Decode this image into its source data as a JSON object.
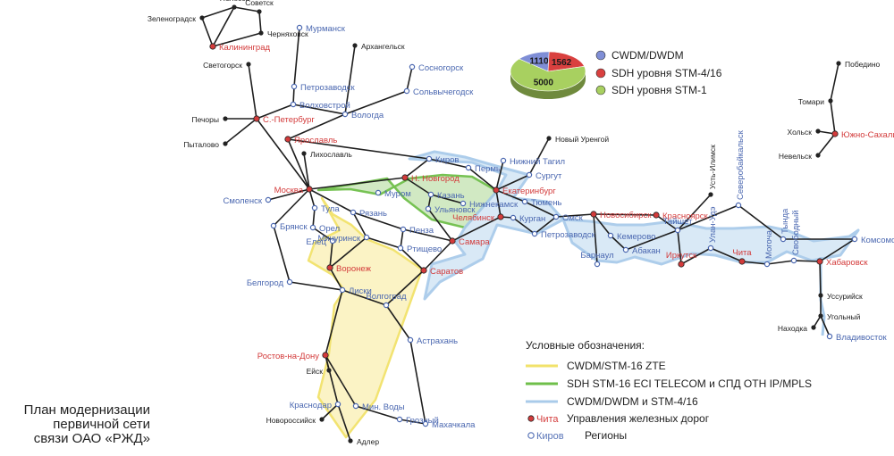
{
  "caption": {
    "line1": "План модернизации",
    "line2": "первичной сети",
    "line3": "связи ОАО «РЖД»"
  },
  "pie": {
    "slices": [
      {
        "label": "CWDM/DWDM",
        "value": 1110,
        "color": "#7f8ed6"
      },
      {
        "label": "SDH уровня STM-4/16",
        "value": 1562,
        "color": "#d9403f"
      },
      {
        "label": "SDH уровня STM-1",
        "value": 5000,
        "color": "#a8d060"
      }
    ]
  },
  "legend": {
    "title": "Условные обозначения:",
    "lines": [
      {
        "label": "CWDM/STM-16 ZTE",
        "color": "#f2e26a"
      },
      {
        "label": "SDH STM-16 ECI TELECOM и СПД ОТН IP/MPLS",
        "color": "#6fbf4a"
      },
      {
        "label": "CWDM/DWDM и STM-4/16",
        "color": "#a9cbea"
      }
    ],
    "markers": [
      {
        "sample": "Чита",
        "label": "Управления железных дорог",
        "color": "#d33b3b"
      },
      {
        "sample": "Киров",
        "label": "Регионы",
        "color": "#5a75b8"
      }
    ]
  },
  "colors": {
    "hq": "#d33b3b",
    "region": "#4a67b0",
    "plain": "#222222",
    "line": "#1e1e1e"
  },
  "cities": [
    {
      "id": "zelenogradsk",
      "name": "Зеленоградск",
      "type": "plain"
    },
    {
      "id": "polessk",
      "name": "Полесск",
      "type": "plain"
    },
    {
      "id": "sovetsk",
      "name": "Советск",
      "type": "plain"
    },
    {
      "id": "chernyakhovsk",
      "name": "Черняховск",
      "type": "plain"
    },
    {
      "id": "kaliningrad",
      "name": "Калининград",
      "type": "hq"
    },
    {
      "id": "murmansk",
      "name": "Мурманск",
      "type": "region"
    },
    {
      "id": "arkhangelsk",
      "name": "Архангельск",
      "type": "plain"
    },
    {
      "id": "sosnogorsk",
      "name": "Сосногорск",
      "type": "region"
    },
    {
      "id": "svetogorsk",
      "name": "Светогорск",
      "type": "plain"
    },
    {
      "id": "petrozavodsk",
      "name": "Петрозаводск",
      "type": "region"
    },
    {
      "id": "solvychegodsk",
      "name": "Сольвычегодск",
      "type": "region"
    },
    {
      "id": "volkhovstroy",
      "name": "Волховстрой",
      "type": "region"
    },
    {
      "id": "pechory",
      "name": "Печоры",
      "type": "plain"
    },
    {
      "id": "vologda",
      "name": "Вологда",
      "type": "region"
    },
    {
      "id": "spb",
      "name": "С.-Петербург",
      "type": "hq"
    },
    {
      "id": "pytalovo",
      "name": "Пыталово",
      "type": "plain"
    },
    {
      "id": "yaroslavl",
      "name": "Ярославль",
      "type": "hq"
    },
    {
      "id": "likhoslavl",
      "name": "Лихославль",
      "type": "plain"
    },
    {
      "id": "kirov",
      "name": "Киров",
      "type": "region"
    },
    {
      "id": "novyurengoy",
      "name": "Новый Уренгой",
      "type": "plain"
    },
    {
      "id": "perm",
      "name": "Пермь",
      "type": "region"
    },
    {
      "id": "ntagil",
      "name": "Нижний Тагил",
      "type": "region"
    },
    {
      "id": "surgut",
      "name": "Сургут",
      "type": "region"
    },
    {
      "id": "nnovgorod",
      "name": "Н. Новгород",
      "type": "hq"
    },
    {
      "id": "ekaterinburg",
      "name": "Екатеринбург",
      "type": "hq"
    },
    {
      "id": "moskva",
      "name": "Москва",
      "type": "hq"
    },
    {
      "id": "smolensk",
      "name": "Смоленск",
      "type": "region"
    },
    {
      "id": "murom",
      "name": "Муром",
      "type": "region"
    },
    {
      "id": "kazan",
      "name": "Казань",
      "type": "region"
    },
    {
      "id": "nizhnekamsk",
      "name": "Нижнекамск",
      "type": "region"
    },
    {
      "id": "tyumen",
      "name": "Тюмень",
      "type": "region"
    },
    {
      "id": "tula",
      "name": "Тула",
      "type": "region"
    },
    {
      "id": "ryazan",
      "name": "Рязань",
      "type": "region"
    },
    {
      "id": "ulyanovsk",
      "name": "Ульяновск",
      "type": "region"
    },
    {
      "id": "chelyabinsk",
      "name": "Челябинск",
      "type": "hq"
    },
    {
      "id": "kurgan",
      "name": "Курган",
      "type": "region"
    },
    {
      "id": "omsk",
      "name": "Омск",
      "type": "region"
    },
    {
      "id": "bryansk",
      "name": "Брянск",
      "type": "region"
    },
    {
      "id": "penza",
      "name": "Пенза",
      "type": "region"
    },
    {
      "id": "orel",
      "name": "Орел",
      "type": "region"
    },
    {
      "id": "elets",
      "name": "Елец",
      "type": "region"
    },
    {
      "id": "michurinsk",
      "name": "Мичуринск",
      "type": "region"
    },
    {
      "id": "rtishchevo",
      "name": "Ртищево",
      "type": "region"
    },
    {
      "id": "samara",
      "name": "Самара",
      "type": "hq"
    },
    {
      "id": "petropavlovsk",
      "name": "Петрозаводск",
      "type": "region"
    },
    {
      "id": "voronezh",
      "name": "Воронеж",
      "type": "hq"
    },
    {
      "id": "saratov",
      "name": "Саратов",
      "type": "hq"
    },
    {
      "id": "belgorod",
      "name": "Белгород",
      "type": "region"
    },
    {
      "id": "liski",
      "name": "Лиски",
      "type": "region"
    },
    {
      "id": "volgograd",
      "name": "Волгоград",
      "type": "region"
    },
    {
      "id": "novosibirsk",
      "name": "Новосибирск",
      "type": "hq"
    },
    {
      "id": "kemerovo",
      "name": "Кемерово",
      "type": "region"
    },
    {
      "id": "barnaul",
      "name": "Барнаул",
      "type": "region"
    },
    {
      "id": "krasnoyarsk",
      "name": "Красноярск",
      "type": "hq"
    },
    {
      "id": "abakan",
      "name": "Абакан",
      "type": "region"
    },
    {
      "id": "tayshet",
      "name": "Тайшет",
      "type": "region"
    },
    {
      "id": "irkutsk",
      "name": "Иркутск",
      "type": "hq"
    },
    {
      "id": "ulanude",
      "name": "Улан-Удэ",
      "type": "region"
    },
    {
      "id": "ustilimsk",
      "name": "Усть-Илимск",
      "type": "plain"
    },
    {
      "id": "severobaykalsk",
      "name": "Северобайкальск",
      "type": "region"
    },
    {
      "id": "tynda",
      "name": "Тында",
      "type": "region"
    },
    {
      "id": "chita",
      "name": "Чита",
      "type": "hq"
    },
    {
      "id": "mogocha",
      "name": "Могоча",
      "type": "region"
    },
    {
      "id": "svobodny",
      "name": "Свободный",
      "type": "region"
    },
    {
      "id": "komsomolsk",
      "name": "Комсомольск",
      "type": "region"
    },
    {
      "id": "khabarovsk",
      "name": "Хабаровск",
      "type": "hq"
    },
    {
      "id": "ussuriysk",
      "name": "Уссурийск",
      "type": "plain"
    },
    {
      "id": "ugolny",
      "name": "Угольный",
      "type": "plain"
    },
    {
      "id": "nakhodka",
      "name": "Находка",
      "type": "plain"
    },
    {
      "id": "vladivostok",
      "name": "Владивосток",
      "type": "region"
    },
    {
      "id": "pobedino",
      "name": "Победино",
      "type": "plain"
    },
    {
      "id": "tomari",
      "name": "Томари",
      "type": "plain"
    },
    {
      "id": "kholmsk",
      "name": "Хольск",
      "type": "plain"
    },
    {
      "id": "yuzhno",
      "name": "Южно-Сахалинск",
      "type": "hq"
    },
    {
      "id": "nevelsk",
      "name": "Невельск",
      "type": "plain"
    },
    {
      "id": "rostov",
      "name": "Ростов-на-Дону",
      "type": "hq"
    },
    {
      "id": "eysk",
      "name": "Ейск",
      "type": "plain"
    },
    {
      "id": "astrakhan",
      "name": "Астрахань",
      "type": "region"
    },
    {
      "id": "krasnodar",
      "name": "Краснодар",
      "type": "region"
    },
    {
      "id": "minvody",
      "name": "Мин. Воды",
      "type": "region"
    },
    {
      "id": "novorossiysk",
      "name": "Новороссийск",
      "type": "plain"
    },
    {
      "id": "grozny",
      "name": "Грозный",
      "type": "region"
    },
    {
      "id": "makhachkala",
      "name": "Махачкала",
      "type": "region"
    },
    {
      "id": "adler",
      "name": "Адлер",
      "type": "plain"
    }
  ]
}
